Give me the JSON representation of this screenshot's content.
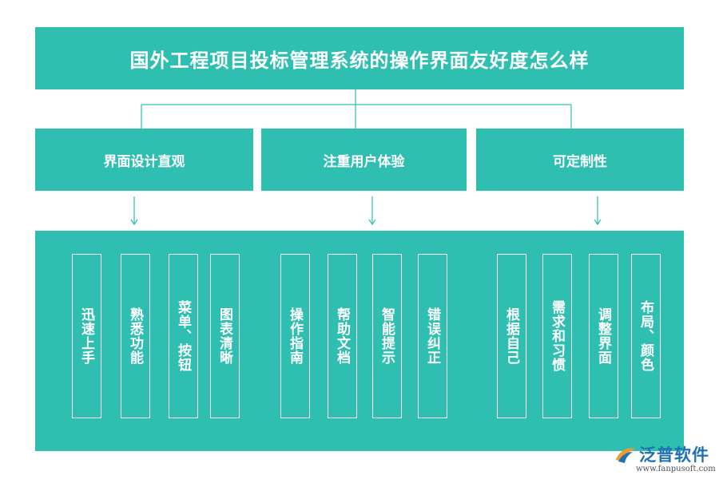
{
  "title": "国外工程项目投标管理系统的操作界面友好度怎么样",
  "categories": [
    {
      "label": "界面设计直观",
      "items": [
        "迅速上手",
        "熟悉功能",
        "菜单、按钮",
        "图表清晰"
      ]
    },
    {
      "label": "注重用户体验",
      "items": [
        "操作指南",
        "帮助文档",
        "智能提示",
        "错误纠正"
      ]
    },
    {
      "label": "可定制性",
      "items": [
        "根据自己",
        "需求和习惯",
        "调整界面",
        "布局、颜色"
      ]
    }
  ],
  "logo": {
    "name": "泛普软件",
    "url": "www.fanpusoft.com"
  },
  "colors": {
    "teal": "#2fbfb0",
    "line": "#2fbfb0",
    "logo_blue": "#1f6fb5"
  }
}
